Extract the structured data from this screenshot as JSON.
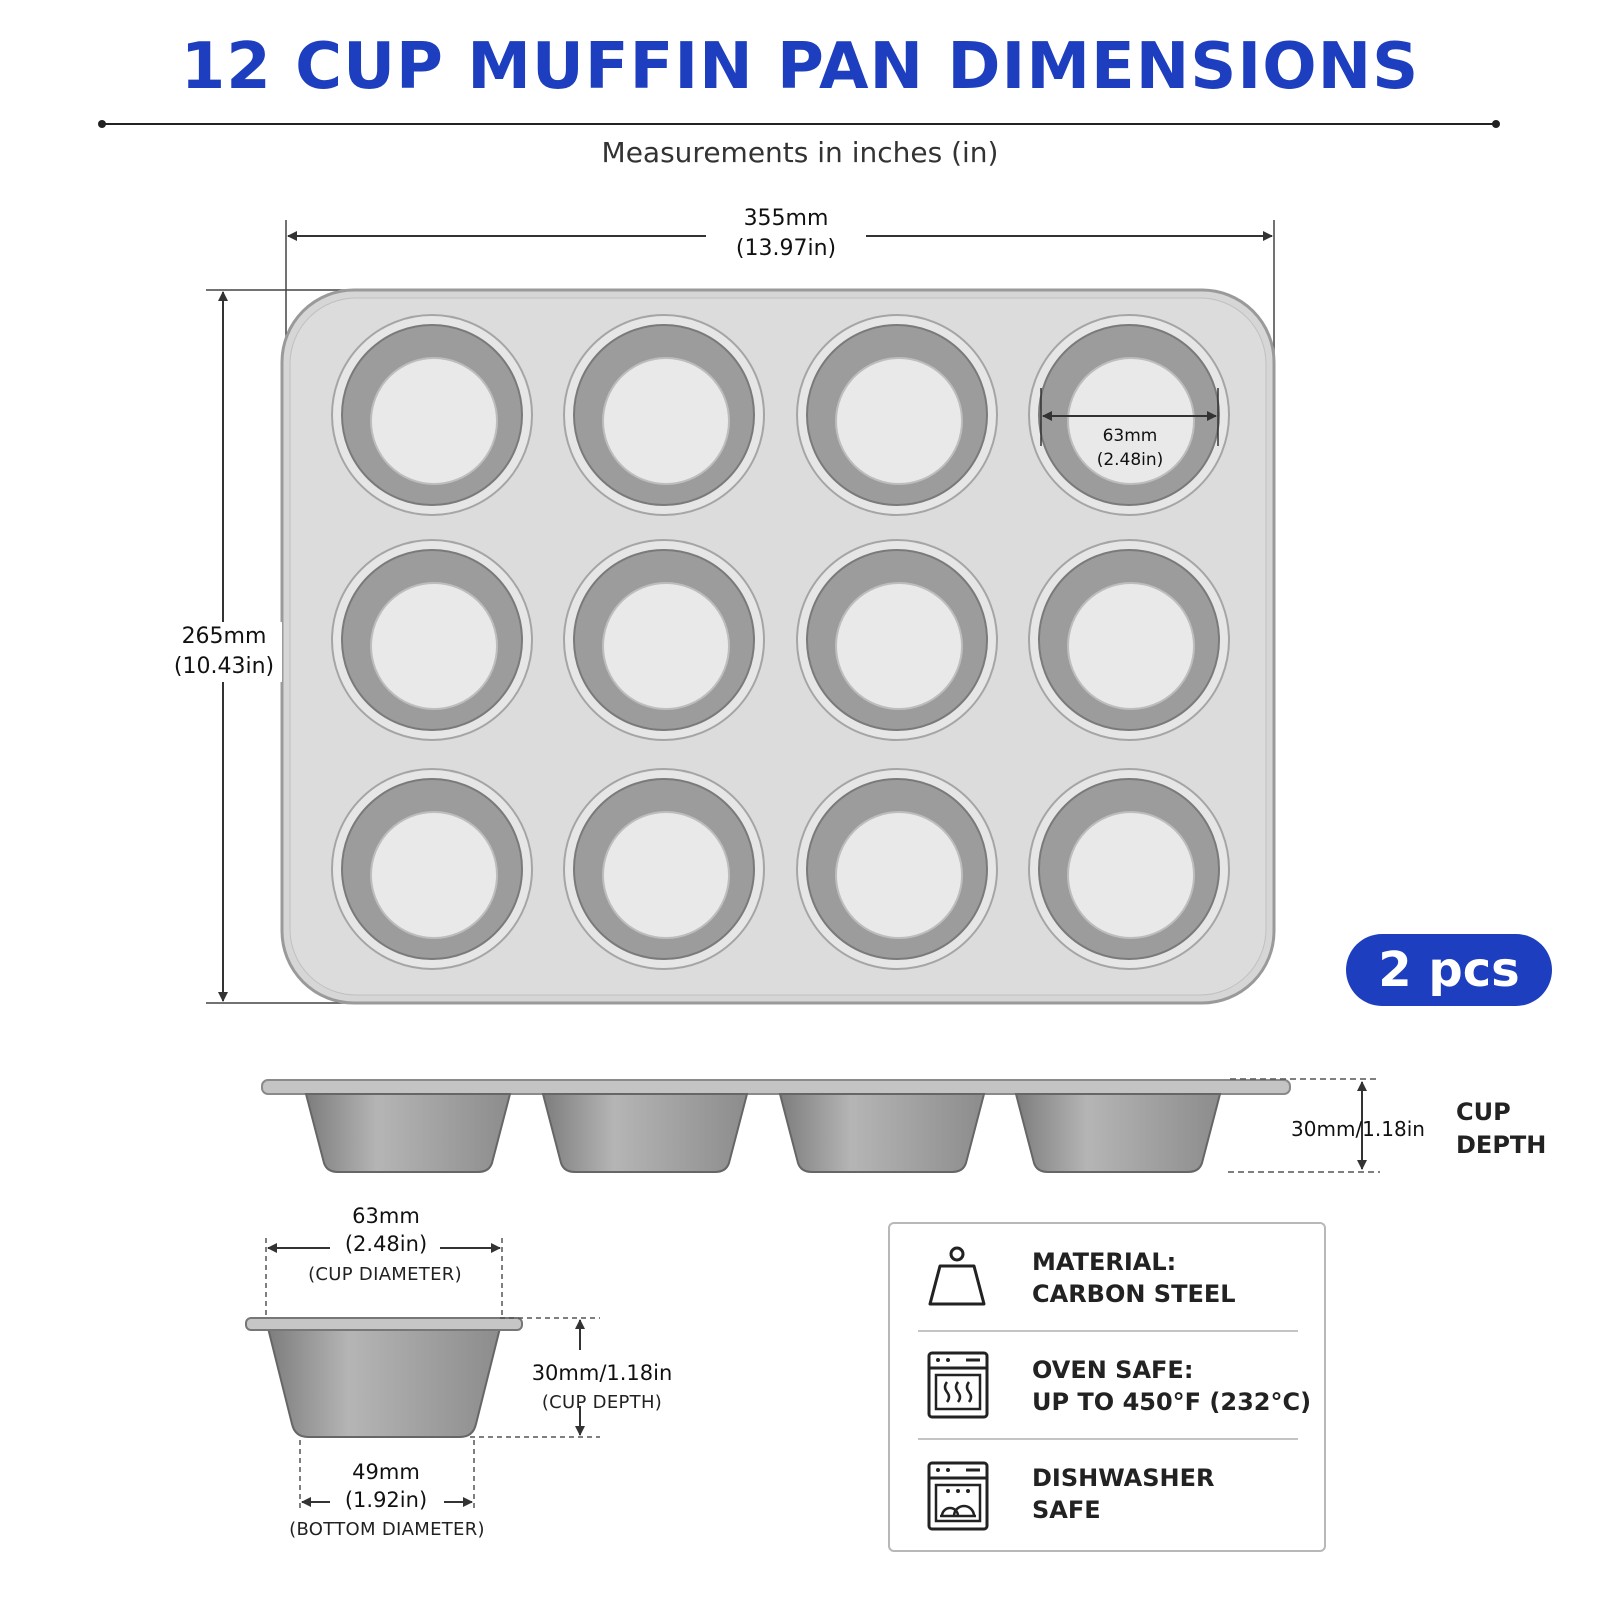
{
  "title": "12 CUP MUFFIN PAN DIMENSIONS",
  "subtitle": "Measurements in inches (in)",
  "top_view": {
    "width_mm": "355mm",
    "width_in": "(13.97in)",
    "height_mm": "265mm",
    "height_in": "(10.43in)",
    "cup_mm": "63mm",
    "cup_in": "(2.48in)",
    "cups": 12
  },
  "badge": "2 pcs",
  "side_view": {
    "depth": "30mm/1.18in",
    "label_line1": "CUP",
    "label_line2": "DEPTH"
  },
  "cup_detail": {
    "top_mm": "63mm",
    "top_in": "(2.48in)",
    "top_note": "(CUP DIAMETER)",
    "depth": "30mm/1.18in",
    "depth_note": "(CUP DEPTH)",
    "bottom_mm": "49mm",
    "bottom_in": "(1.92in)",
    "bottom_note": "(BOTTOM DIAMETER)"
  },
  "features": [
    {
      "icon": "weight-icon",
      "line1": "MATERIAL:",
      "line2": "CARBON STEEL"
    },
    {
      "icon": "oven-icon",
      "line1": "OVEN SAFE:",
      "line2": "UP TO 450°F (232°C)"
    },
    {
      "icon": "dishwasher-icon",
      "line1": "DISHWASHER",
      "line2": "SAFE"
    }
  ],
  "colors": {
    "accent": "#1d3fbf",
    "pan": "#cfcfcf",
    "pan_dark": "#8a8a8a"
  }
}
